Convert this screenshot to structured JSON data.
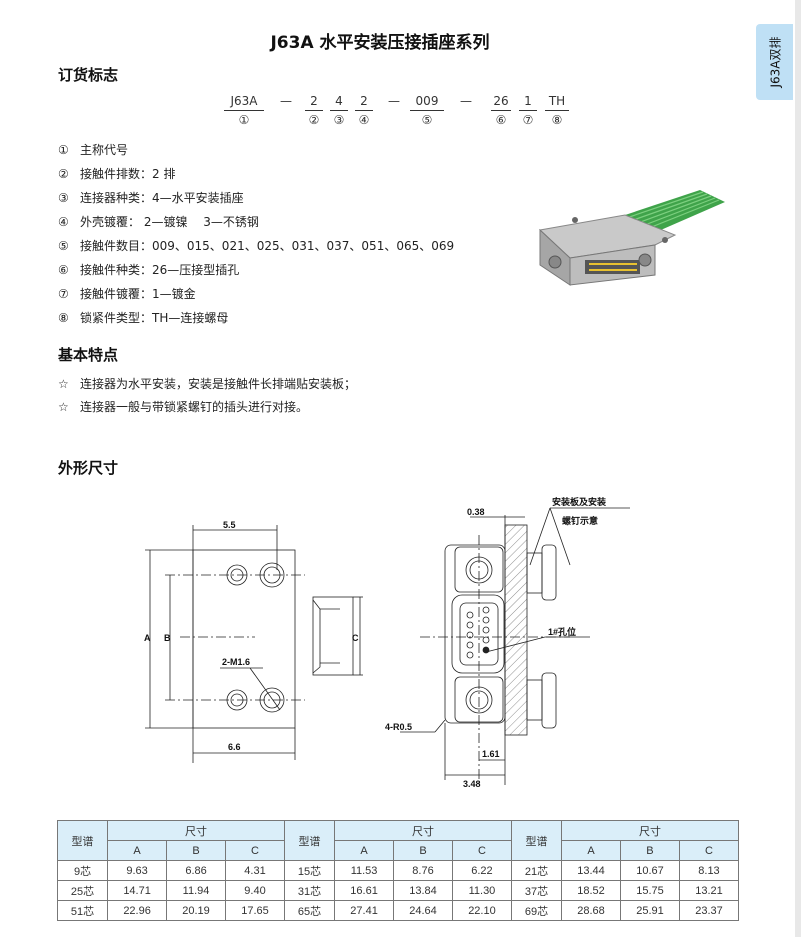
{
  "title": "J63A 水平安装压接插座系列",
  "side_tab": "J63A双排",
  "order": {
    "heading": "订货标志",
    "codes": [
      {
        "value": "J63A",
        "num": "①"
      },
      {
        "value": "2",
        "num": "②"
      },
      {
        "value": "4",
        "num": "③"
      },
      {
        "value": "2",
        "num": "④"
      },
      {
        "value": "009",
        "num": "⑤"
      },
      {
        "value": "26",
        "num": "⑥"
      },
      {
        "value": "1",
        "num": "⑦"
      },
      {
        "value": "TH",
        "num": "⑧"
      }
    ],
    "dash": "—",
    "items": [
      {
        "mark": "①",
        "text": "主称代号"
      },
      {
        "mark": "②",
        "text": "接触件排数：2 排"
      },
      {
        "mark": "③",
        "text": "连接器种类：4—水平安装插座"
      },
      {
        "mark": "④",
        "text": "外壳镀覆： 2—镀镍　 3—不锈钢"
      },
      {
        "mark": "⑤",
        "text": "接触件数目：009、015、021、025、031、037、051、065、069"
      },
      {
        "mark": "⑥",
        "text": "接触件种类：26—压接型插孔"
      },
      {
        "mark": "⑦",
        "text": "接触件镀覆：1—镀金"
      },
      {
        "mark": "⑧",
        "text": "锁紧件类型：TH—连接螺母"
      }
    ]
  },
  "features": {
    "heading": "基本特点",
    "items": [
      {
        "mark": "☆",
        "text": "连接器为水平安装，安装是接触件长排端贴安装板；"
      },
      {
        "mark": "☆",
        "text": "连接器一般与带锁紧螺钉的插头进行对接。"
      }
    ]
  },
  "dimensions": {
    "heading": "外形尺寸",
    "labels": {
      "d55": "5.5",
      "d66": "6.6",
      "A": "A",
      "B": "B",
      "C": "C",
      "m16": "2-M1.6",
      "d038": "0.38",
      "plate1": "安装板及安装",
      "plate2": "螺钉示意",
      "hole1": "1#孔位",
      "r05": "4-R0.5",
      "d161": "1.61",
      "d348": "3.48"
    }
  },
  "table": {
    "col_model": "型谱",
    "col_size": "尺寸",
    "sub": [
      "A",
      "B",
      "C"
    ],
    "rows": [
      [
        [
          "9芯",
          "9.63",
          "6.86",
          "4.31"
        ],
        [
          "15芯",
          "11.53",
          "8.76",
          "6.22"
        ],
        [
          "21芯",
          "13.44",
          "10.67",
          "8.13"
        ]
      ],
      [
        [
          "25芯",
          "14.71",
          "11.94",
          "9.40"
        ],
        [
          "31芯",
          "16.61",
          "13.84",
          "11.30"
        ],
        [
          "37芯",
          "18.52",
          "15.75",
          "13.21"
        ]
      ],
      [
        [
          "51芯",
          "22.96",
          "20.19",
          "17.65"
        ],
        [
          "65芯",
          "27.41",
          "24.64",
          "22.10"
        ],
        [
          "69芯",
          "28.68",
          "25.91",
          "23.37"
        ]
      ]
    ]
  }
}
